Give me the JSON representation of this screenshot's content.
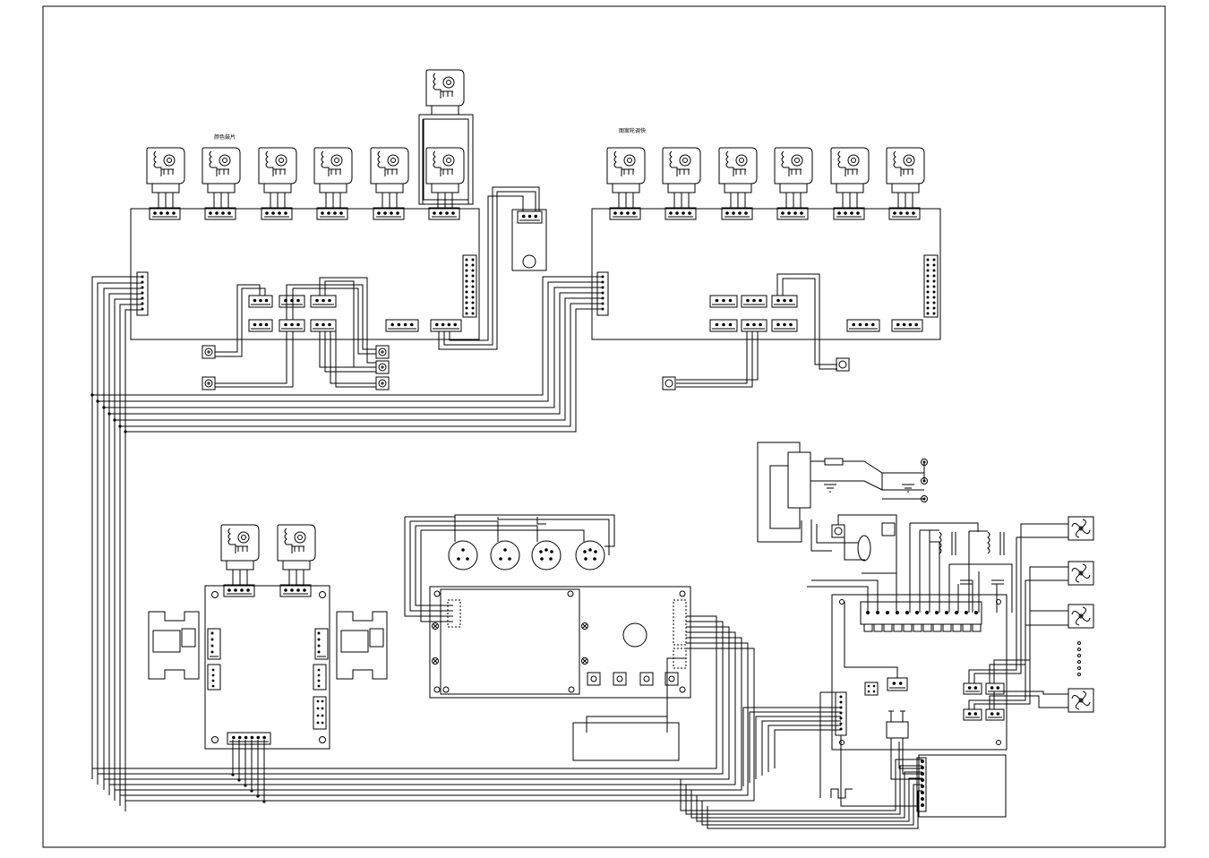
{
  "diagram": {
    "labels": {
      "left_group": "颜色鼓片",
      "right_group": "图案轮调快"
    },
    "line_color": "#000000",
    "background": "#ffffff",
    "groups": [
      {
        "name": "top-left-board",
        "motor_count": 6,
        "has_extra_top_motor": true
      },
      {
        "name": "top-right-board",
        "motor_count": 6
      },
      {
        "name": "bottom-left-board",
        "motor_count": 2
      },
      {
        "name": "control-board"
      },
      {
        "name": "power-board",
        "fan_count": 4
      }
    ],
    "icons": [
      "stepper-motor-icon",
      "connector-icon",
      "sensor-icon",
      "xlr-connector-icon",
      "fan-icon",
      "transformer-icon",
      "lamp-icon",
      "ground-icon",
      "switch-icon"
    ]
  }
}
